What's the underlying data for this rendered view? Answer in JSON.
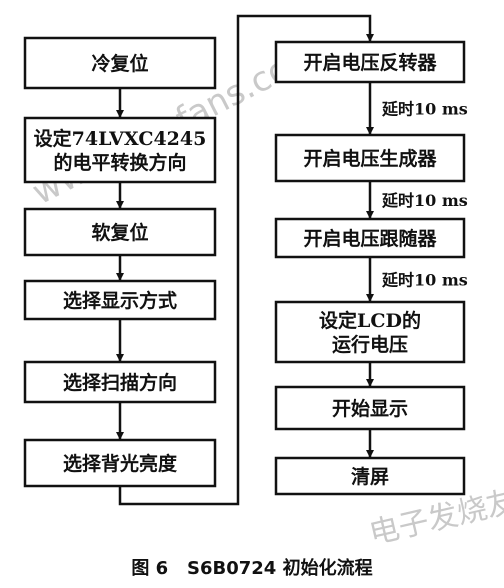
{
  "flowchart": {
    "left_column": [
      {
        "lines": [
          "冷复位"
        ]
      },
      {
        "lines": [
          "设定74LVXC4245",
          "的电平转换方向"
        ]
      },
      {
        "lines": [
          "软复位"
        ]
      },
      {
        "lines": [
          "选择显示方式"
        ]
      },
      {
        "lines": [
          "选择扫描方向"
        ]
      },
      {
        "lines": [
          "选择背光亮度"
        ]
      }
    ],
    "right_column": [
      {
        "lines": [
          "开启电压反转器"
        ]
      },
      {
        "lines": [
          "开启电压生成器"
        ]
      },
      {
        "lines": [
          "开启电压跟随器"
        ]
      },
      {
        "lines": [
          "设定LCD的",
          "运行电压"
        ]
      },
      {
        "lines": [
          "开始显示"
        ]
      },
      {
        "lines": [
          "清屏"
        ]
      }
    ],
    "delay_labels": [
      "延时10 ms",
      "延时10 ms",
      "延时10 ms"
    ]
  },
  "caption": "图 6   S6B0724 初始化流程",
  "watermarks": {
    "url": "www.elecfans.com",
    "cn": "电子发烧友"
  }
}
